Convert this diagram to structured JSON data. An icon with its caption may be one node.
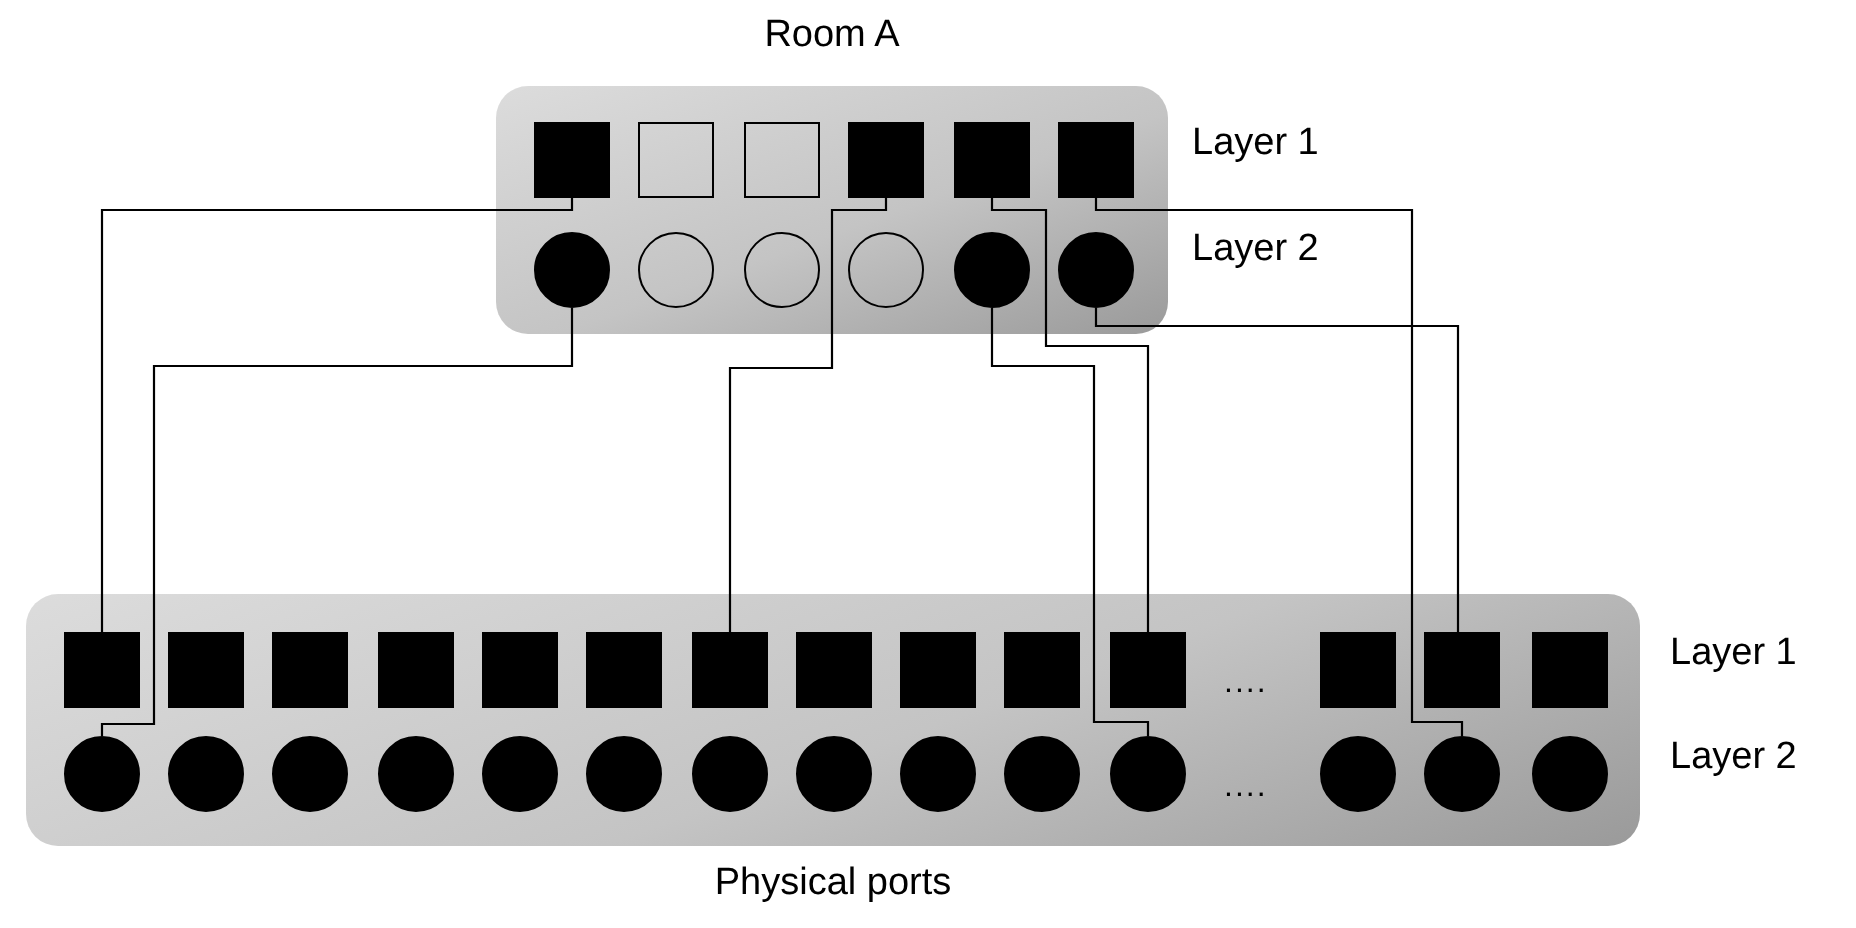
{
  "diagram": {
    "nodes": [
      {
        "text": [
          "Room A"
        ],
        "beside": [
          "Layer 1",
          "Layer 2"
        ]
      },
      {
        "text": [],
        "shape": "box",
        "in": 0
      },
      {
        "text": [],
        "shape": "box",
        "in": 0
      },
      {
        "text": [],
        "shape": "box",
        "in": 0
      },
      {
        "text": [],
        "shape": "box",
        "in": 0
      },
      {
        "text": [],
        "shape": "box",
        "in": 0
      },
      {
        "text": [],
        "shape": "box",
        "in": 0
      },
      {
        "text": [],
        "shape": "circle",
        "in": 0
      },
      {
        "text": [],
        "shape": "circle",
        "in": 0
      },
      {
        "text": [],
        "shape": "circle",
        "in": 0
      },
      {
        "text": [],
        "shape": "circle",
        "in": 0
      },
      {
        "text": [],
        "shape": "circle",
        "in": 0
      },
      {
        "text": [],
        "shape": "circle",
        "in": 0
      },
      {
        "text": [
          "Physical ports"
        ],
        "beside": [
          "Layer 1",
          "Layer 2"
        ]
      },
      {
        "text": [],
        "shape": "box",
        "in": 13
      },
      {
        "text": [],
        "shape": "box",
        "in": 13
      },
      {
        "text": [],
        "shape": "box",
        "in": 13
      },
      {
        "text": [],
        "shape": "box",
        "in": 13
      },
      {
        "text": [],
        "shape": "box",
        "in": 13
      },
      {
        "text": [],
        "shape": "box",
        "in": 13
      },
      {
        "text": [],
        "shape": "box",
        "in": 13
      },
      {
        "text": [],
        "shape": "box",
        "in": 13
      },
      {
        "text": [],
        "shape": "box",
        "in": 13
      },
      {
        "text": [],
        "shape": "box",
        "in": 13
      },
      {
        "text": [],
        "shape": "box",
        "in": 13
      },
      {
        "text": [],
        "shape": "box",
        "in": 13
      },
      {
        "text": [],
        "shape": "box",
        "in": 13
      },
      {
        "text": [],
        "shape": "box",
        "in": 13
      },
      {
        "text": [],
        "shape": "circle",
        "in": 13
      },
      {
        "text": [],
        "shape": "circle",
        "in": 13
      },
      {
        "text": [],
        "shape": "circle",
        "in": 13
      },
      {
        "text": [],
        "shape": "circle",
        "in": 13
      },
      {
        "text": [],
        "shape": "circle",
        "in": 13
      },
      {
        "text": [],
        "shape": "circle",
        "in": 13
      },
      {
        "text": [],
        "shape": "circle",
        "in": 13
      },
      {
        "text": [],
        "shape": "circle",
        "in": 13
      },
      {
        "text": [],
        "shape": "circle",
        "in": 13
      },
      {
        "text": [],
        "shape": "circle",
        "in": 13
      },
      {
        "text": [],
        "shape": "circle",
        "in": 13
      },
      {
        "text": [],
        "shape": "circle",
        "in": 13
      },
      {
        "text": [],
        "shape": "circle",
        "in": 13
      },
      {
        "text": [],
        "shape": "circle",
        "in": 13
      }
    ],
    "edges": [
      {
        "from": 1,
        "to": 14,
        "arrow": "none"
      },
      {
        "from": 7,
        "to": 28,
        "arrow": "none"
      },
      {
        "from": 4,
        "to": 20,
        "arrow": "none"
      },
      {
        "from": 5,
        "to": 24,
        "arrow": "none"
      },
      {
        "from": 11,
        "to": 38,
        "arrow": "none"
      },
      {
        "from": 6,
        "to": 40,
        "arrow": "none"
      },
      {
        "from": 12,
        "to": 26,
        "arrow": "none"
      }
    ],
    "labels": [
      "....",
      "...."
    ]
  }
}
